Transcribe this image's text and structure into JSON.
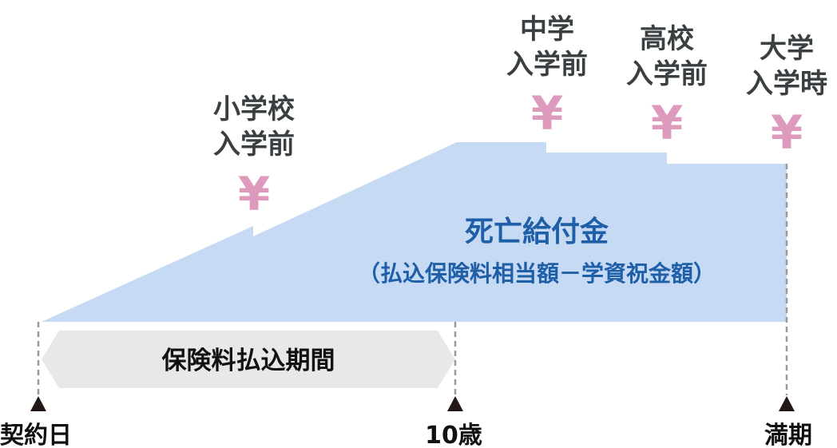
{
  "colors": {
    "benefit_area": "#c6daf3",
    "benefit_text": "#1f5fa8",
    "period_band": "#e8e8e8",
    "yen": "#dd9abd",
    "label": "#3a3f42"
  },
  "benefit": {
    "title": "死亡給付金",
    "subtitle": "（払込保険料相当額－学資祝金額）"
  },
  "period_label": "保険料払込期間",
  "milestones": [
    {
      "line1": "小学校",
      "line2": "入学前",
      "icon": "yen-icon",
      "symbol": "¥"
    },
    {
      "line1": "中学",
      "line2": "入学前",
      "icon": "yen-icon",
      "symbol": "¥"
    },
    {
      "line1": "高校",
      "line2": "入学前",
      "icon": "yen-icon",
      "symbol": "¥"
    },
    {
      "line1": "大学",
      "line2": "入学時",
      "icon": "yen-icon",
      "symbol": "¥"
    }
  ],
  "timeline": {
    "start": "契約日",
    "mid": "10歳",
    "end": "満期"
  }
}
